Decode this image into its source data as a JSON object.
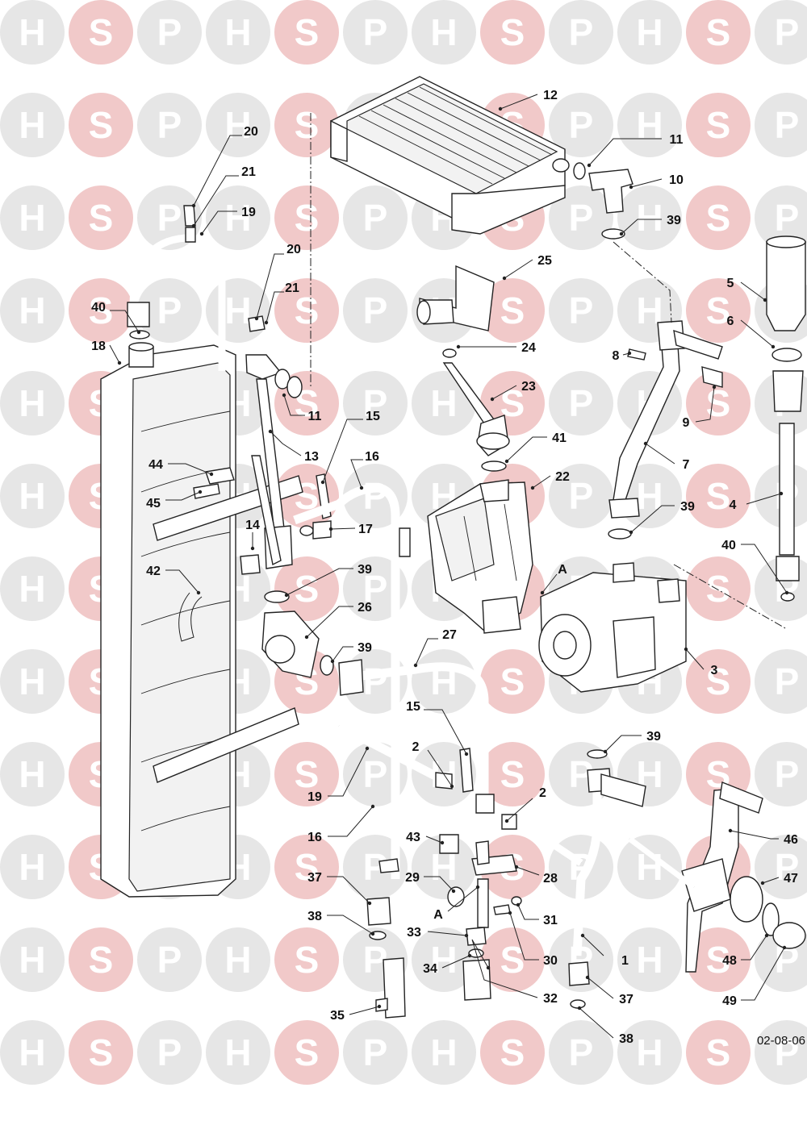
{
  "watermark": {
    "letters": [
      "H",
      "S",
      "P"
    ],
    "colors": {
      "H": "#e6e6e6",
      "S": "#f1c9c9",
      "P": "#e6e6e6"
    }
  },
  "diagram_ref": "02-08-06",
  "callouts": [
    {
      "label": "1"
    },
    {
      "label": "2"
    },
    {
      "label": "2"
    },
    {
      "label": "3"
    },
    {
      "label": "4"
    },
    {
      "label": "5"
    },
    {
      "label": "6"
    },
    {
      "label": "7"
    },
    {
      "label": "8"
    },
    {
      "label": "9"
    },
    {
      "label": "10"
    },
    {
      "label": "11"
    },
    {
      "label": "11"
    },
    {
      "label": "12"
    },
    {
      "label": "13"
    },
    {
      "label": "14"
    },
    {
      "label": "15"
    },
    {
      "label": "15"
    },
    {
      "label": "16"
    },
    {
      "label": "16"
    },
    {
      "label": "17"
    },
    {
      "label": "18"
    },
    {
      "label": "19"
    },
    {
      "label": "19"
    },
    {
      "label": "20"
    },
    {
      "label": "20"
    },
    {
      "label": "21"
    },
    {
      "label": "21"
    },
    {
      "label": "22"
    },
    {
      "label": "23"
    },
    {
      "label": "24"
    },
    {
      "label": "25"
    },
    {
      "label": "26"
    },
    {
      "label": "27"
    },
    {
      "label": "28"
    },
    {
      "label": "29"
    },
    {
      "label": "30"
    },
    {
      "label": "31"
    },
    {
      "label": "32"
    },
    {
      "label": "33"
    },
    {
      "label": "34"
    },
    {
      "label": "35"
    },
    {
      "label": "37"
    },
    {
      "label": "37"
    },
    {
      "label": "38"
    },
    {
      "label": "38"
    },
    {
      "label": "39"
    },
    {
      "label": "39"
    },
    {
      "label": "39"
    },
    {
      "label": "39"
    },
    {
      "label": "39"
    },
    {
      "label": "40"
    },
    {
      "label": "40"
    },
    {
      "label": "41"
    },
    {
      "label": "42"
    },
    {
      "label": "43"
    },
    {
      "label": "44"
    },
    {
      "label": "45"
    },
    {
      "label": "46"
    },
    {
      "label": "47"
    },
    {
      "label": "48"
    },
    {
      "label": "49"
    },
    {
      "label": "A"
    },
    {
      "label": "A"
    }
  ]
}
